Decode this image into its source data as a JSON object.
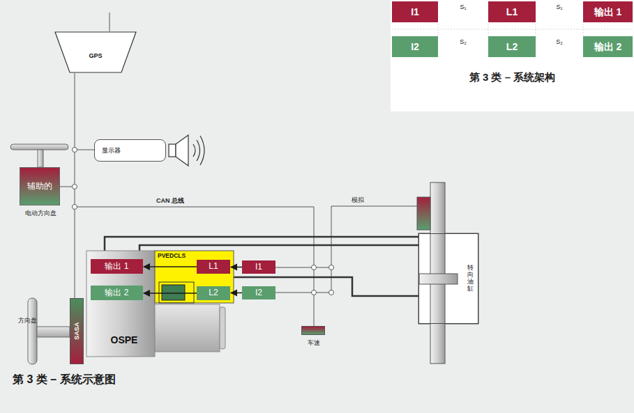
{
  "diagram": {
    "title": "第 3 类 – 系统示意图",
    "nodes": [
      {
        "text": [
          "GPS"
        ]
      },
      {
        "text": [
          "显示器"
        ]
      },
      {
        "text": [
          "辅助的",
          "电动方向盘"
        ]
      },
      {
        "text": [
          "OSPE"
        ]
      },
      {
        "text": [
          "输出 1"
        ],
        "in": 3
      },
      {
        "text": [
          "输出 2"
        ],
        "in": 3
      },
      {
        "text": [
          "PVEDCLS"
        ]
      },
      {
        "text": [
          "L1"
        ],
        "in": 6
      },
      {
        "text": [
          "L2"
        ],
        "in": 6
      },
      {
        "text": [
          "I1"
        ]
      },
      {
        "text": [
          "I2"
        ]
      },
      {
        "text": [
          "SASA"
        ]
      },
      {
        "text": [
          "车速"
        ]
      },
      {
        "text": [
          "转向油缸"
        ]
      }
    ],
    "edges": [
      {
        "from": 9,
        "to": 7,
        "arrow": "to"
      },
      {
        "from": 7,
        "to": 4,
        "arrow": "to"
      },
      {
        "from": 10,
        "to": 8,
        "arrow": "to"
      },
      {
        "from": 8,
        "to": 5,
        "arrow": "to"
      }
    ],
    "labels": [
      "I1",
      "S₁",
      "L1",
      "S₁",
      "输出 1",
      "I2",
      "S₂",
      "L2",
      "S₂",
      "输出 2",
      "第 3 类 – 系统架构",
      "CAN 总线",
      "模拟",
      "方向盘"
    ]
  }
}
